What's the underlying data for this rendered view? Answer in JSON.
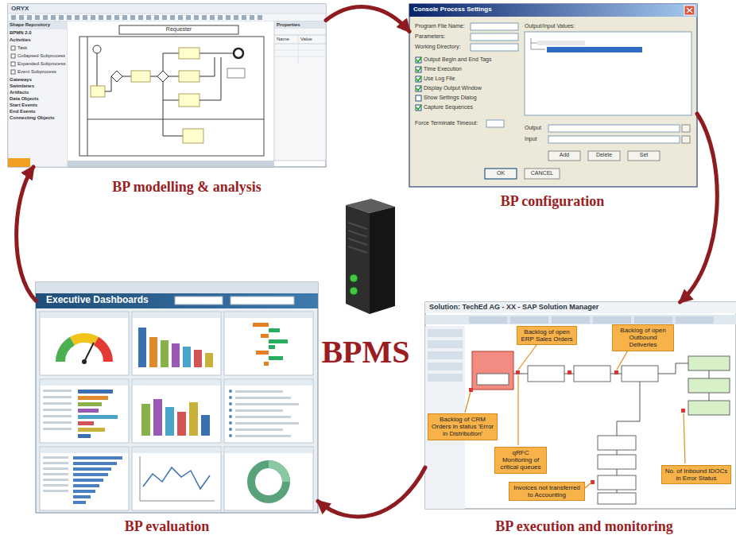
{
  "diagram": {
    "nodes": [
      {
        "text": [
          "BP modelling & analysis"
        ]
      },
      {
        "text": [
          "BP configuration"
        ]
      },
      {
        "text": [
          "BP execution and monitoring"
        ]
      },
      {
        "text": [
          "BP evaluation"
        ]
      },
      {
        "text": [
          "BPMS"
        ]
      }
    ],
    "edges": [
      {
        "from": 0,
        "to": 1,
        "arrow": "to"
      },
      {
        "from": 1,
        "to": 2,
        "arrow": "to"
      },
      {
        "from": 2,
        "to": 3,
        "arrow": "to"
      },
      {
        "from": 3,
        "to": 0,
        "arrow": "to"
      }
    ],
    "labels": [
      "ORYX",
      "Shape Repository",
      "BPMN 2.0",
      "Activities",
      "Task",
      "Collapsed Subprocess",
      "Expanded Subprocess",
      "Event Subprocess",
      "Gateways",
      "Swimlanes",
      "Artifacts",
      "Data Objects",
      "Start Events",
      "End Events",
      "Connecting Objects",
      "Requester",
      "Properties",
      "Name",
      "Value",
      "Console Process Settings",
      "Program File Name:",
      "Parameters:",
      "Working Directory:",
      "Output Begin and End Tags",
      "Time Execution",
      "Use Log File",
      "Display Output Window",
      "Show Settings Dialog",
      "Capture Sequences",
      "Force Terminate Timeout:",
      "Output/Input Values:",
      "Output",
      "Input",
      "Add",
      "Delete",
      "Set",
      "OK",
      "CANCEL",
      "Executive Dashboards",
      "Solution: TechEd AG - XX - SAP Solution Manager",
      "Backlog of open ERP Sales Orders",
      "Backlog of open Outbound Deliveries",
      "Backlog of CRM Orders in status 'Error in Distribution'",
      "qRFC Monitoring of critical queues",
      "Invoices not transferred to Accounting",
      "No. of Inbound IDOCs in Error Status"
    ]
  }
}
